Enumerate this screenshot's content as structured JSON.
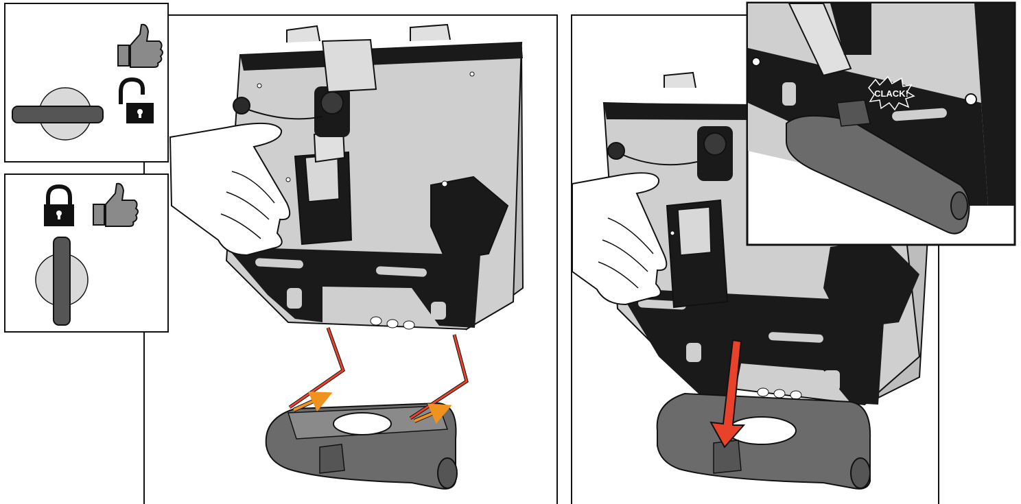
{
  "callout": {
    "text": "CLACK!"
  },
  "step1_icons": {
    "top_panel": [
      "thumbs-up-icon",
      "unlocked-padlock-icon",
      "key-knob-horizontal"
    ],
    "bottom_panel": [
      "locked-padlock-icon",
      "thumbs-up-icon",
      "key-knob-vertical"
    ]
  },
  "colors": {
    "outline": "#111111",
    "case_panel": "#cfcfcf",
    "plate_black": "#1a1a1a",
    "base_grey": "#6b6b6b",
    "guide_arrow": "#e8432a",
    "hook_arrow": "#f0921e",
    "thumb_grey": "#8a8a8a"
  }
}
